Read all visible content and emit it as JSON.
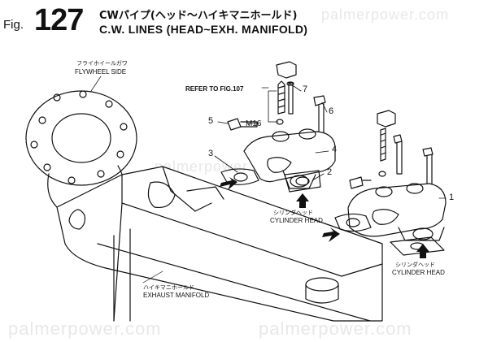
{
  "header": {
    "fig_prefix": "Fig.",
    "fig_number": "127",
    "title_jp": "CWパイプ(ヘッド〜ハイキマニホールド)",
    "title_en": "C.W. LINES (HEAD~EXH. MANIFOLD)"
  },
  "labels": {
    "flywheel_jp": "フライホイールガワ",
    "flywheel_en": "FLYWHEEL SIDE",
    "refer": "REFER TO FIG.107",
    "m16": "M16",
    "cyl_head_1_jp": "シリンダヘッド",
    "cyl_head_1_en": "CYLINDER HEAD",
    "cyl_head_2_jp": "シリンダヘッド",
    "cyl_head_2_en": "CYLINDER HEAD",
    "exhaust_jp": "ハイキマニホールド",
    "exhaust_en": "EXHAUST MANIFOLD"
  },
  "callouts": [
    "1",
    "2",
    "3",
    "4",
    "5",
    "6",
    "7"
  ],
  "watermark": {
    "text": "palmerpower.com"
  }
}
